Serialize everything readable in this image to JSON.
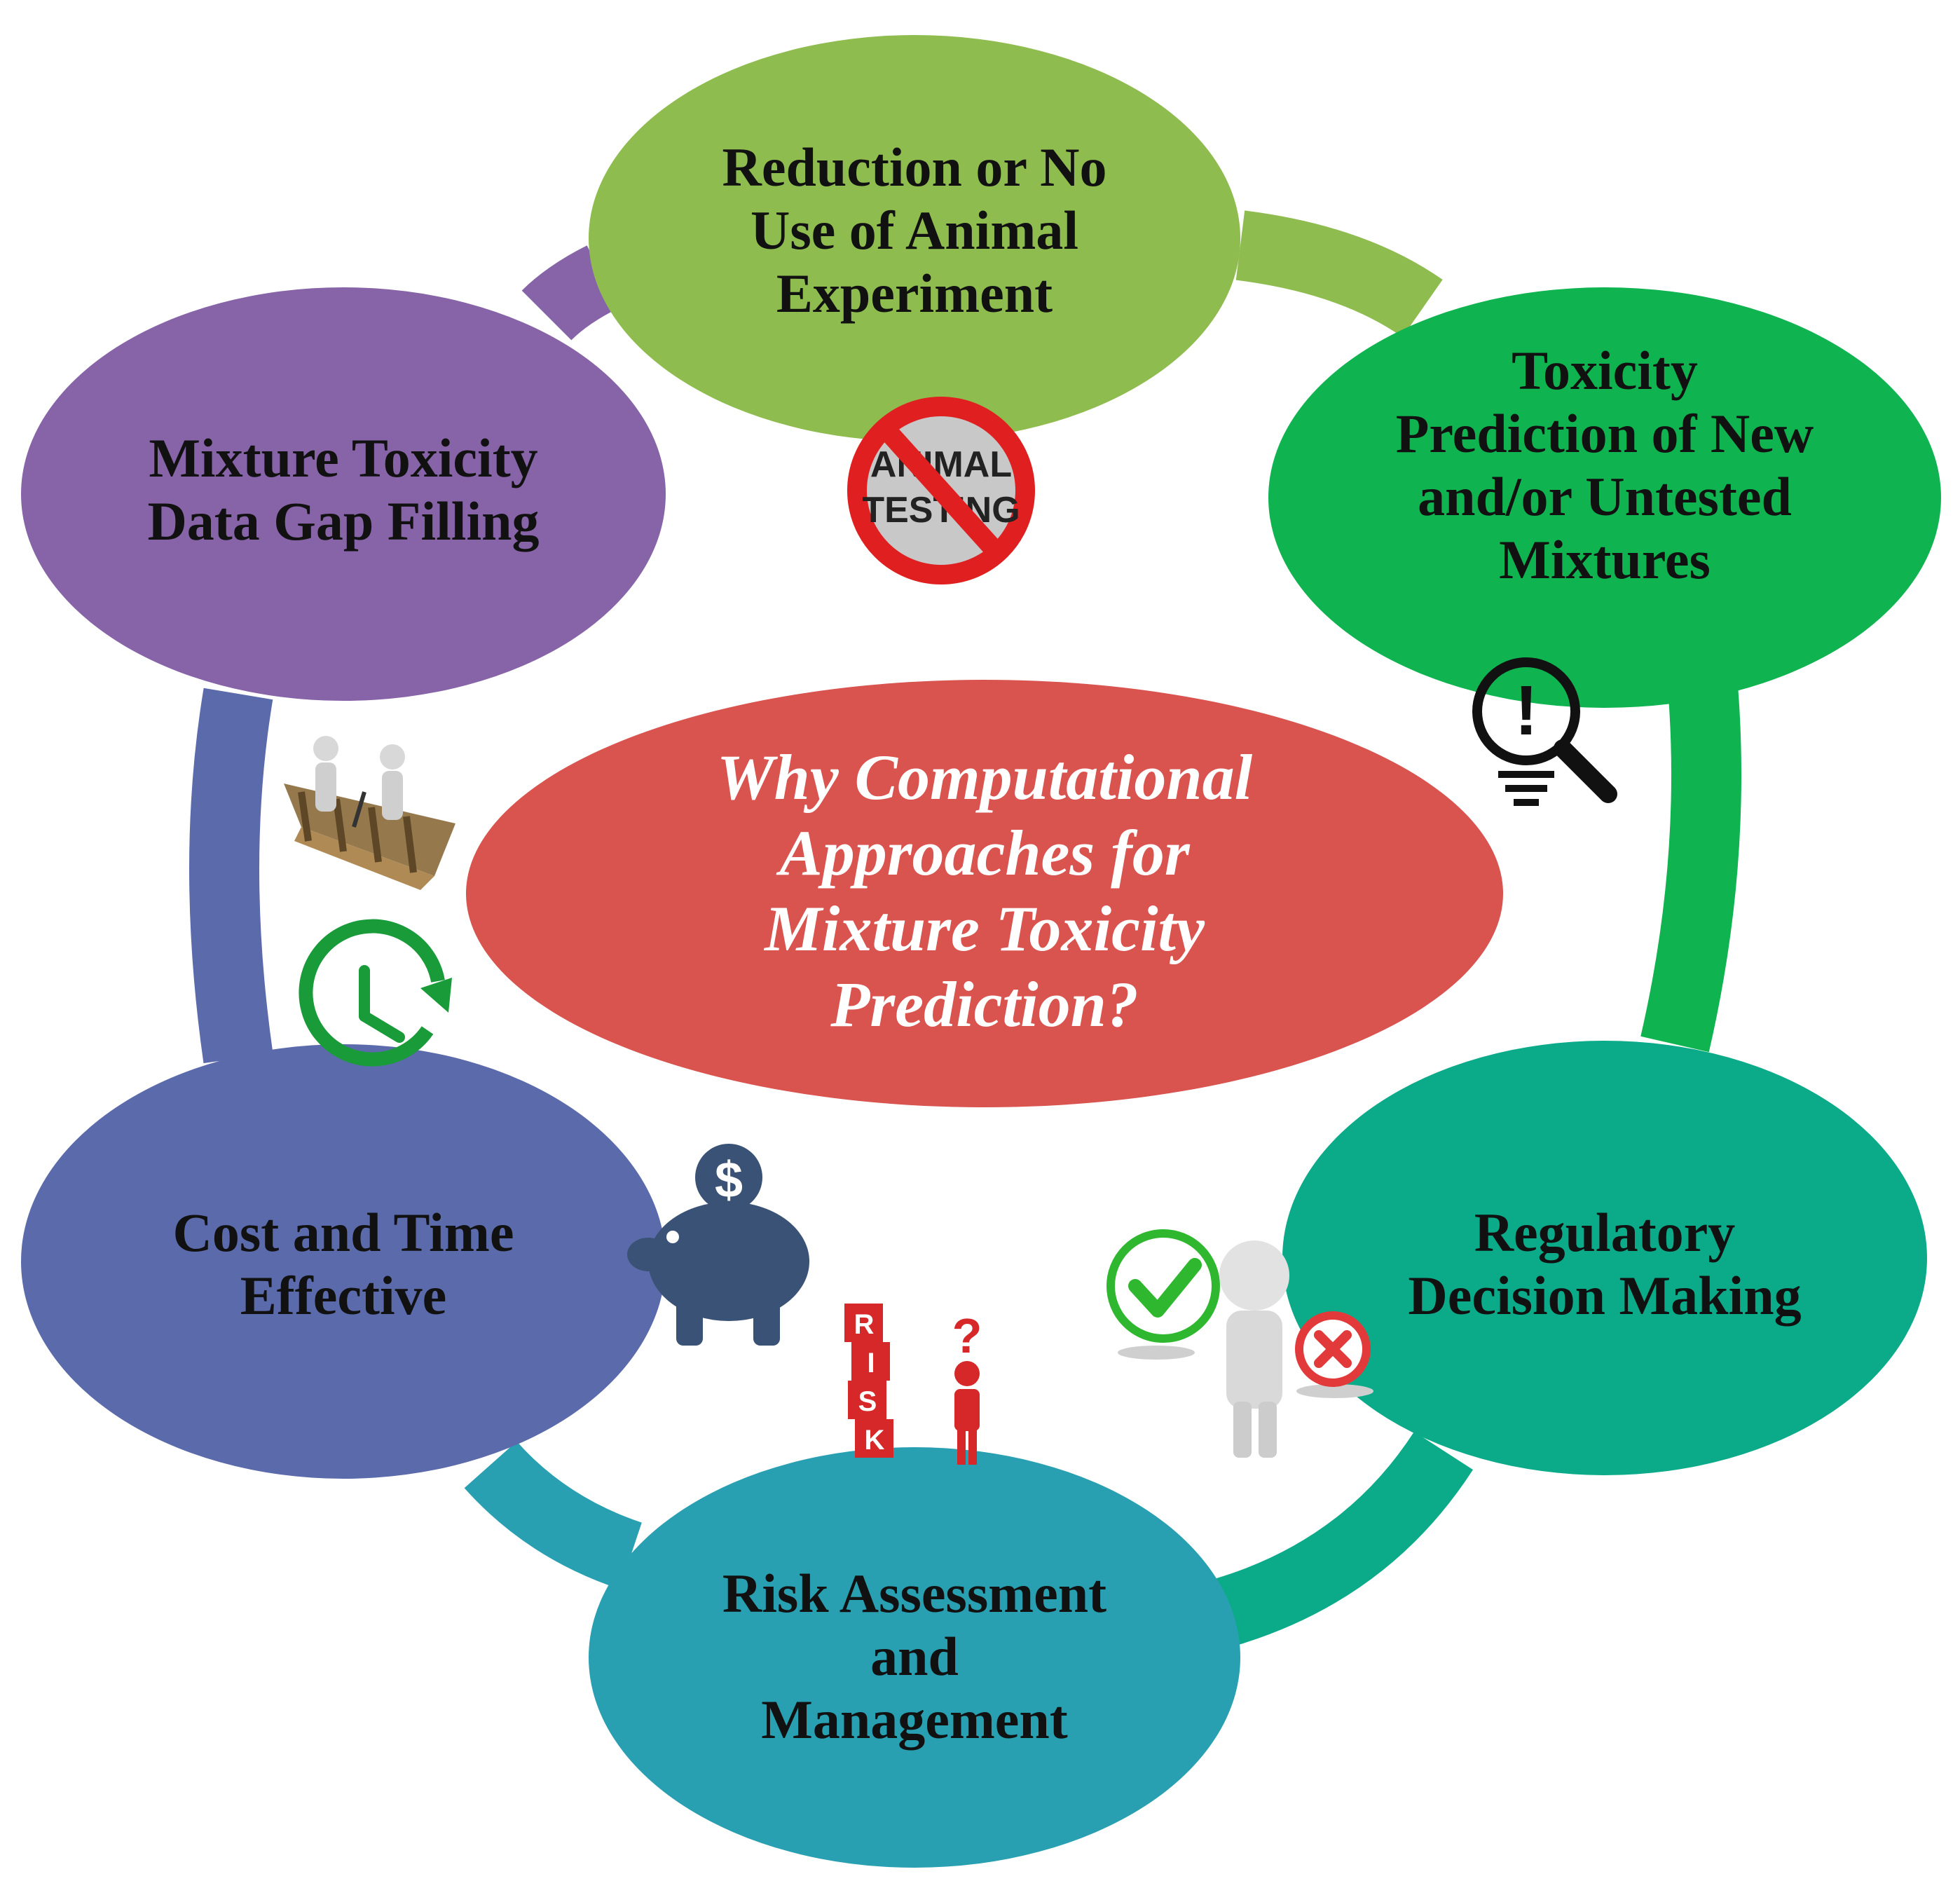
{
  "center": {
    "lines": [
      "Why Computational",
      "Approaches for",
      "Mixture Toxicity",
      "Prediction?"
    ],
    "color": "#d9534f"
  },
  "nodes": [
    {
      "id": "animal",
      "lines": [
        "Reduction or No",
        "Use of Animal",
        "Experiment"
      ],
      "color": "#8fbc4f"
    },
    {
      "id": "toxicity",
      "lines": [
        "Toxicity",
        "Prediction of New",
        "and/or Untested",
        "Mixtures"
      ],
      "color": "#0fb450"
    },
    {
      "id": "regulatory",
      "lines": [
        "Regulatory",
        "Decision Making"
      ],
      "color": "#0bab8a"
    },
    {
      "id": "risk",
      "lines": [
        "Risk Assessment",
        "and",
        "Management"
      ],
      "color": "#29a0b1"
    },
    {
      "id": "cost",
      "lines": [
        "Cost and Time",
        "Effective"
      ],
      "color": "#5b6aab"
    },
    {
      "id": "gap",
      "lines": [
        "Mixture Toxicity",
        "Data Gap Filling"
      ],
      "color": "#8764a8"
    }
  ],
  "connector_colors": {
    "animal_toxicity": "#8fbc4f",
    "toxicity_regulatory": "#0fb450",
    "regulatory_risk": "#0bab8a",
    "risk_cost": "#29a0b1",
    "cost_gap": "#5b6aab",
    "gap_animal": "#8764a8"
  },
  "icons": {
    "animal_testing": {
      "lines": [
        "ANIMAL",
        "TESTING"
      ]
    },
    "risk_blocks": {
      "letters": [
        "R",
        "I",
        "S",
        "K"
      ],
      "question": "?"
    },
    "piggy_bank": {
      "symbol": "$"
    },
    "search_alert": {
      "symbol": "!"
    }
  }
}
